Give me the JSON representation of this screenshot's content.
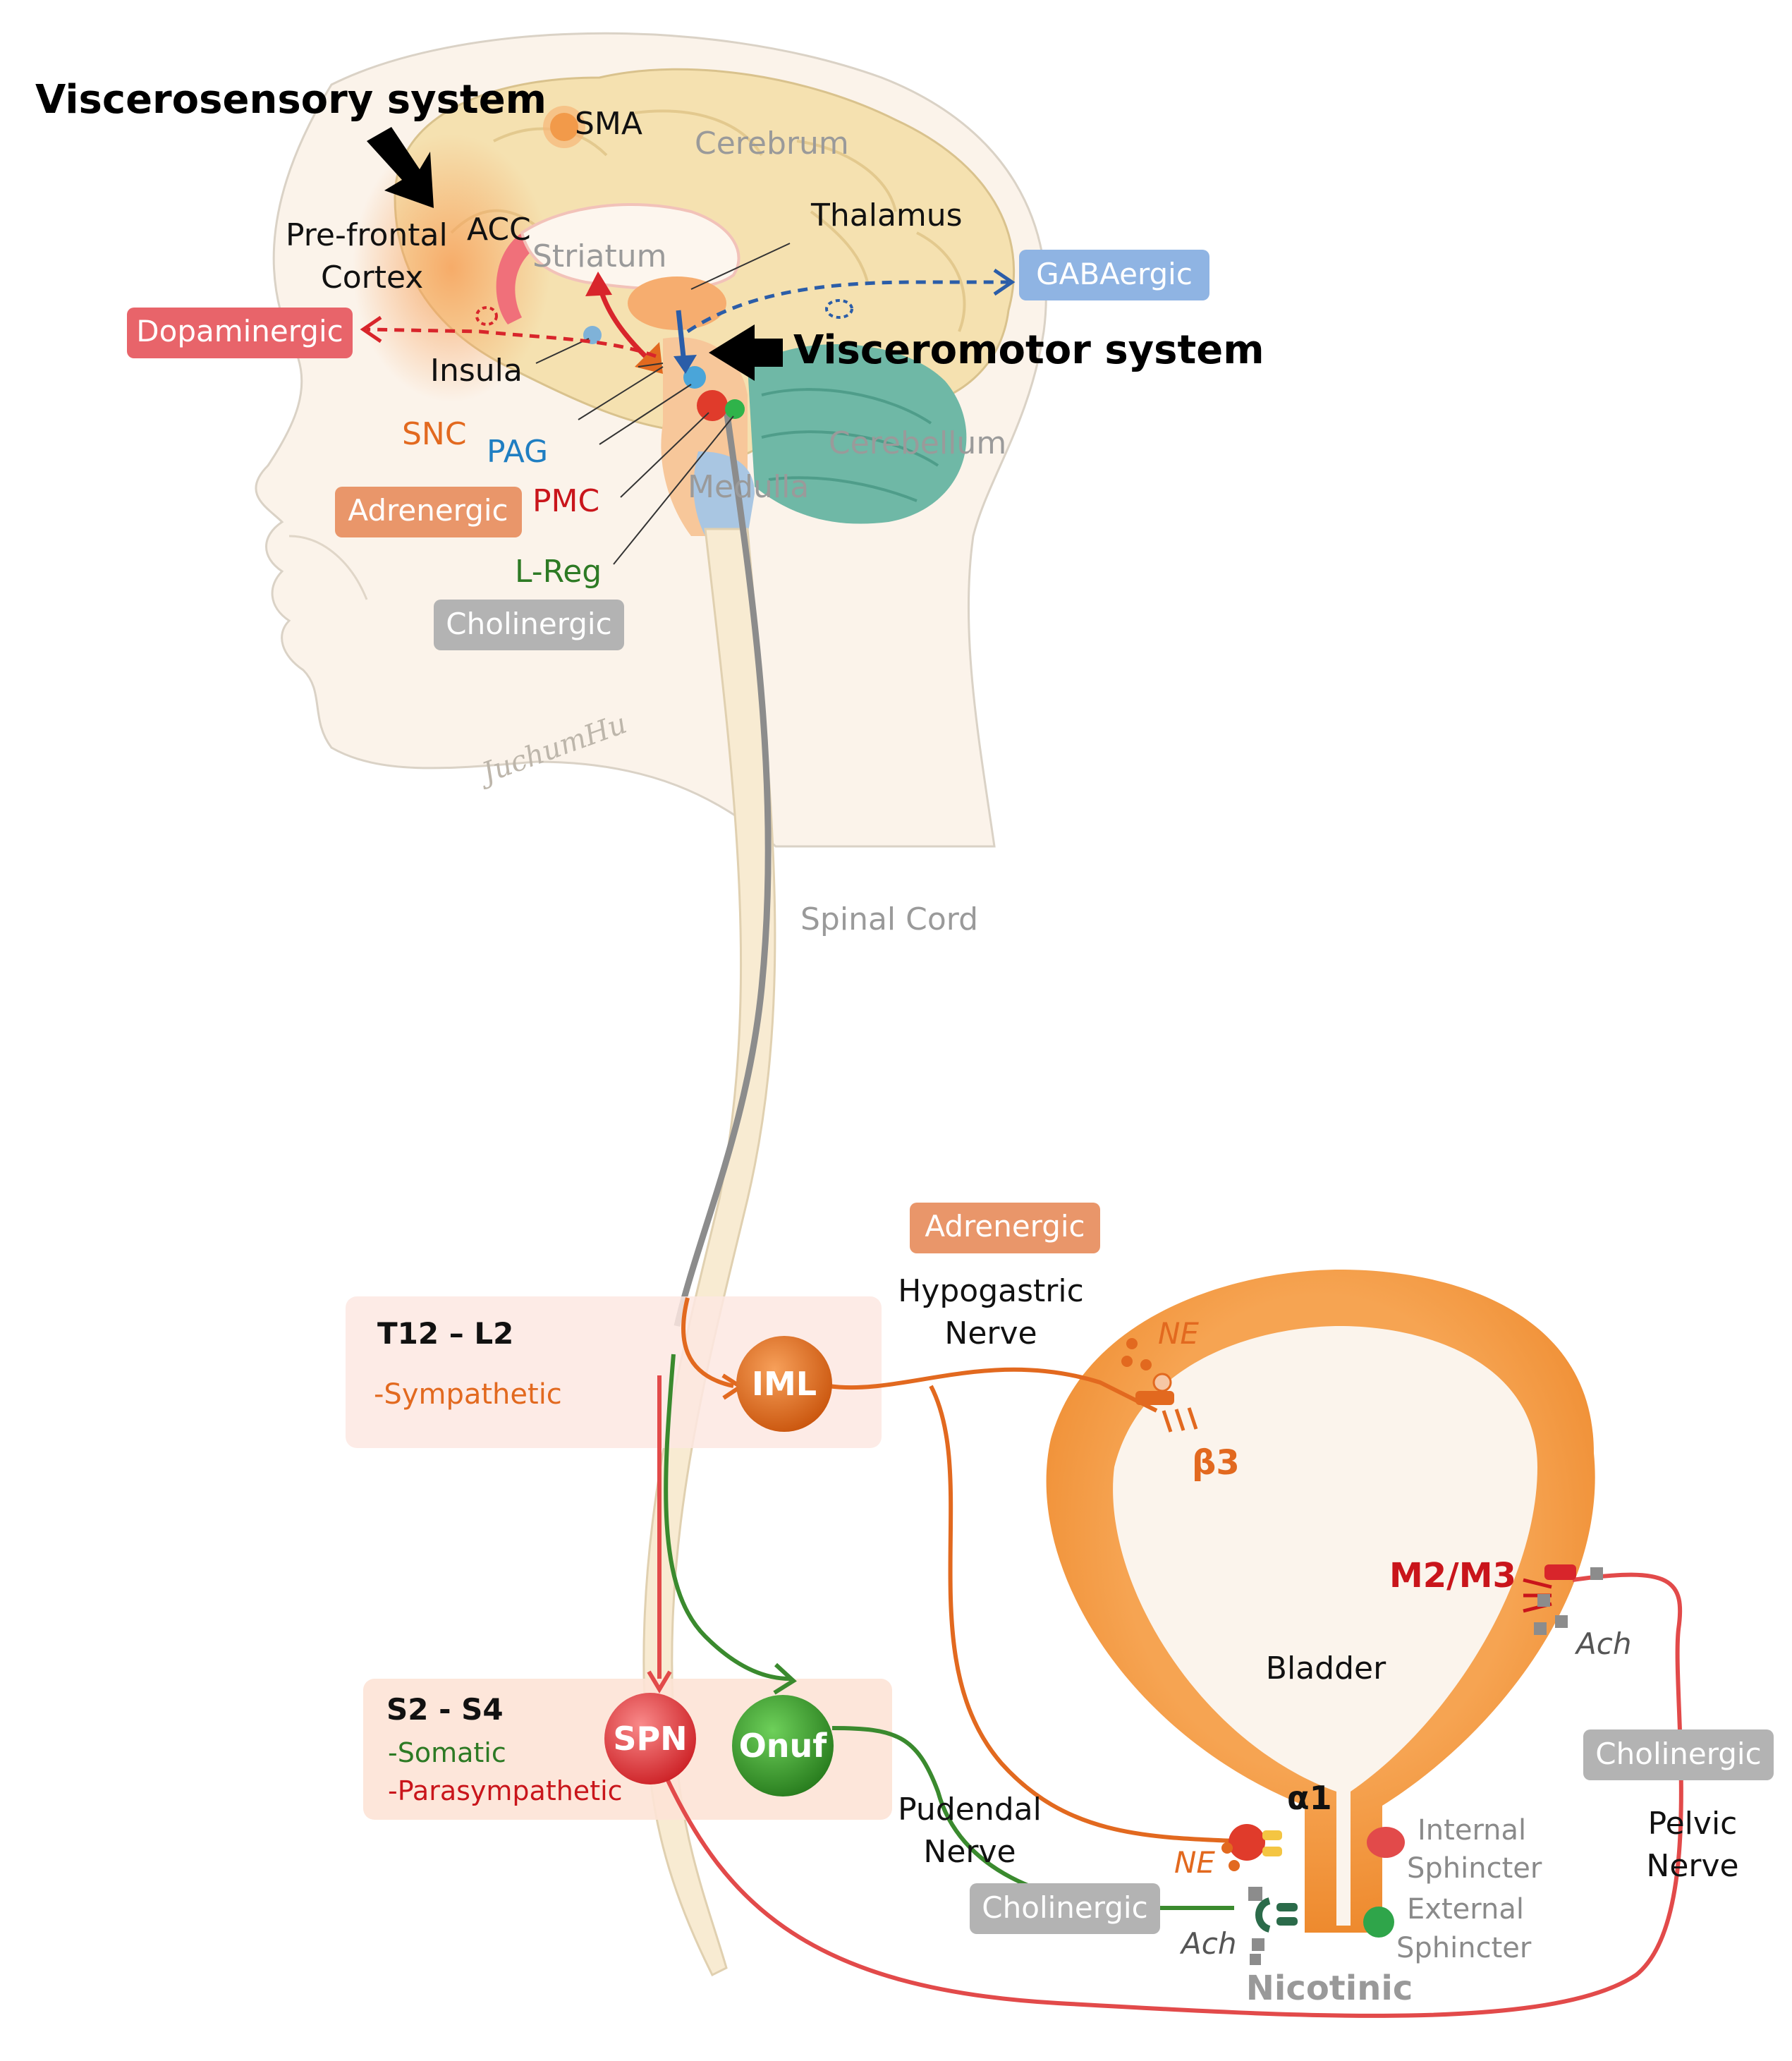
{
  "titles": {
    "viscerosensory": "Viscerosensory system",
    "visceromotor": "Visceromotor system"
  },
  "brain_labels": {
    "sma": "SMA",
    "cerebrum": "Cerebrum",
    "thalamus": "Thalamus",
    "acc": "ACC",
    "prefrontal_line1": "Pre-frontal",
    "prefrontal_line2": "Cortex",
    "striatum": "Striatum",
    "insula": "Insula",
    "snc": "SNC",
    "pag": "PAG",
    "pmc": "PMC",
    "lreg": "L-Reg",
    "medulla": "Medulla",
    "cerebellum": "Cerebellum",
    "spinal_cord": "Spinal Cord",
    "signature": "JuchumHu"
  },
  "badges": {
    "dopaminergic": "Dopaminergic",
    "gabaergic": "GABAergic",
    "adrenergic_brain": "Adrenergic",
    "cholinergic_brain": "Cholinergic",
    "adrenergic_spine": "Adrenergic",
    "cholinergic_pudendal": "Cholinergic",
    "cholinergic_pelvic": "Cholinergic"
  },
  "segments": {
    "t12_title": "T12 – L2",
    "t12_sub": "-Sympathetic",
    "s2_title": "S2 - S4",
    "s2_sub1": "-Somatic",
    "s2_sub2": "-Parasympathetic"
  },
  "nuclei": {
    "iml": "IML",
    "spn": "SPN",
    "onuf": "Onuf"
  },
  "nerves": {
    "hypogastric_line1": "Hypogastric",
    "hypogastric_line2": "Nerve",
    "pudendal_line1": "Pudendal",
    "pudendal_line2": "Nerve",
    "pelvic_line1": "Pelvic",
    "pelvic_line2": "Nerve"
  },
  "bladder": {
    "bladder": "Bladder",
    "ne_top": "NE",
    "beta3": "β3",
    "m2m3": "M2/M3",
    "ach_right": "Ach",
    "alpha1": "α1",
    "ne_bottom": "NE",
    "internal_line1": "Internal",
    "internal_line2": "Sphincter",
    "external_line1": "External",
    "external_line2": "Sphincter",
    "ach_bottom": "Ach",
    "nicotinic": "Nicotinic"
  },
  "colors": {
    "dopaminergic": "#e8646a",
    "gabaergic": "#8fb4e3",
    "adrenergic": "#e9966a",
    "cholinergic": "#b3b3b3",
    "sympathetic": "#e2691f",
    "somatic": "#3a8a2e",
    "parasympathetic": "#d8252b",
    "pag_blue": "#1f7ec2",
    "bladder": "#f29a4a"
  }
}
